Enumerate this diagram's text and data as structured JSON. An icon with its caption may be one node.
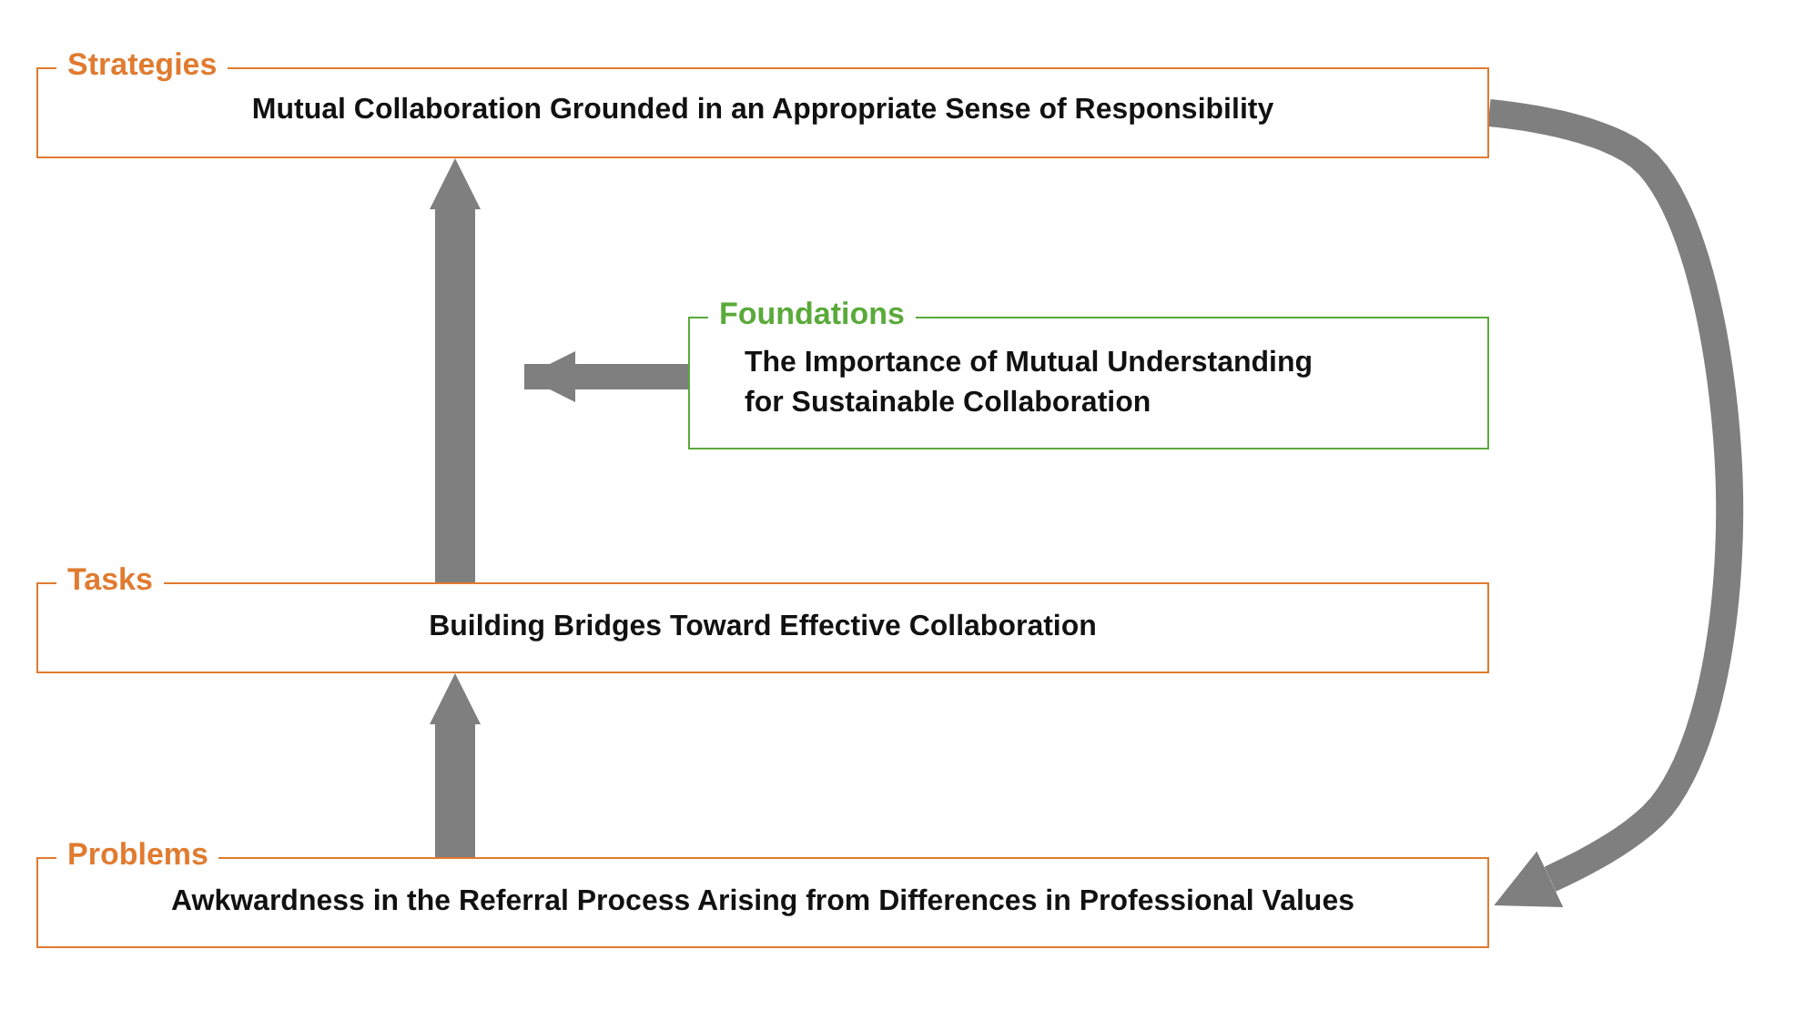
{
  "diagram": {
    "nodes": [
      {
        "text": [
          "Strategies",
          "Mutual Collaboration Grounded in an Appropriate Sense of Responsibility"
        ]
      },
      {
        "text": [
          "Foundations",
          "The Importance of Mutual Understanding for Sustainable Collaboration"
        ]
      },
      {
        "text": [
          "Tasks",
          "Building Bridges Toward Effective Collaboration"
        ]
      },
      {
        "text": [
          "Problems",
          "Awkwardness in the Referral Process Arising from Differences in Professional Values"
        ]
      }
    ],
    "edges": [
      {
        "from": 3,
        "to": 2,
        "arrow": "to"
      },
      {
        "from": 2,
        "to": 0,
        "arrow": "to"
      },
      {
        "from": 1,
        "to": null,
        "arrow": "to"
      },
      {
        "from": 0,
        "to": 3,
        "arrow": "to"
      }
    ]
  }
}
